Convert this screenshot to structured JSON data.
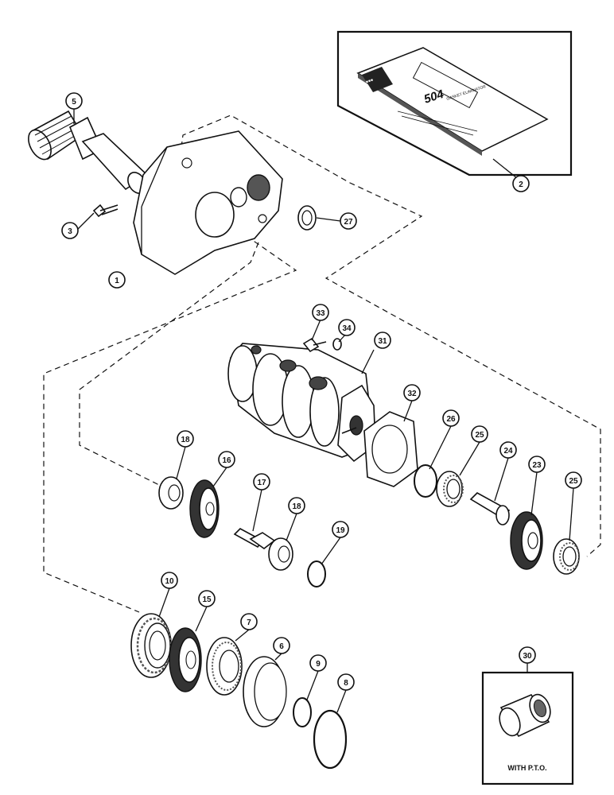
{
  "callouts": [
    "1",
    "2",
    "3",
    "5",
    "6",
    "7",
    "8",
    "9",
    "10",
    "15",
    "16",
    "17",
    "18",
    "18",
    "19",
    "23",
    "24",
    "25",
    "25",
    "26",
    "27",
    "30",
    "31",
    "32",
    "33",
    "34"
  ],
  "inset_sealant": {
    "package_text": "504",
    "package_caption": "GASKET ELIMINATOR"
  },
  "inset_pto": {
    "caption": "WITH P.T.O."
  }
}
